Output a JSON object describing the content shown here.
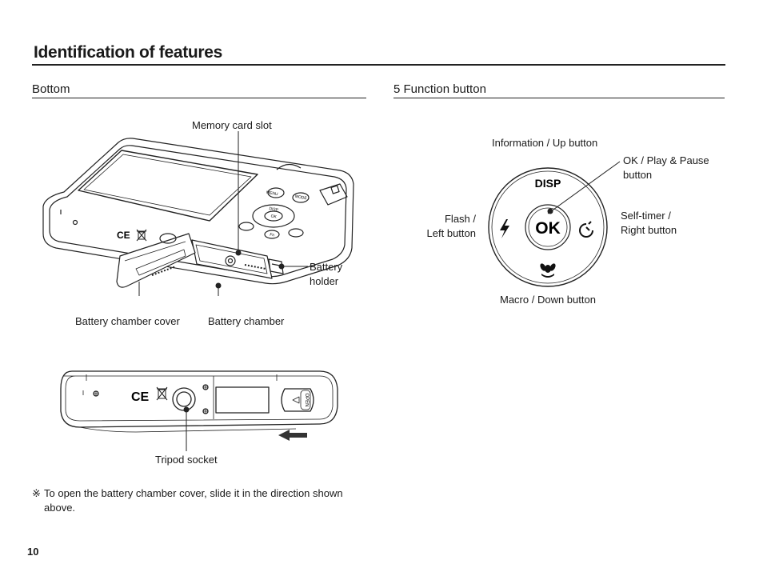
{
  "page": {
    "title": "Identification of features",
    "page_number": "10"
  },
  "bottom_section": {
    "title": "Bottom",
    "labels": {
      "memory_card_slot": "Memory card slot",
      "battery_holder": "Battery\nholder",
      "battery_chamber_cover": "Battery chamber cover",
      "battery_chamber": "Battery chamber",
      "tripod_socket": "Tripod socket"
    },
    "camera_marks": {
      "menu": "MENU",
      "mode": "MODE",
      "disp": "DISP",
      "ok": "OK",
      "fn": "Fn",
      "ce": "CE",
      "open": "OPEN"
    },
    "note_symbol": "※",
    "note": "To open the battery chamber cover, slide it in the direction shown above."
  },
  "function_section": {
    "title": "5 Function button",
    "labels": {
      "up": "Information / Up button",
      "ok": "OK / Play & Pause\nbutton",
      "left": "Flash /\nLeft button",
      "right": "Self-timer /\nRight button",
      "down": "Macro / Down button"
    },
    "dial_marks": {
      "disp": "DISP",
      "ok": "OK"
    }
  },
  "icons": [
    "flash-icon",
    "self-timer-icon",
    "macro-icon",
    "ce-mark-icon",
    "weee-bin-icon",
    "slide-arrow-icon"
  ]
}
